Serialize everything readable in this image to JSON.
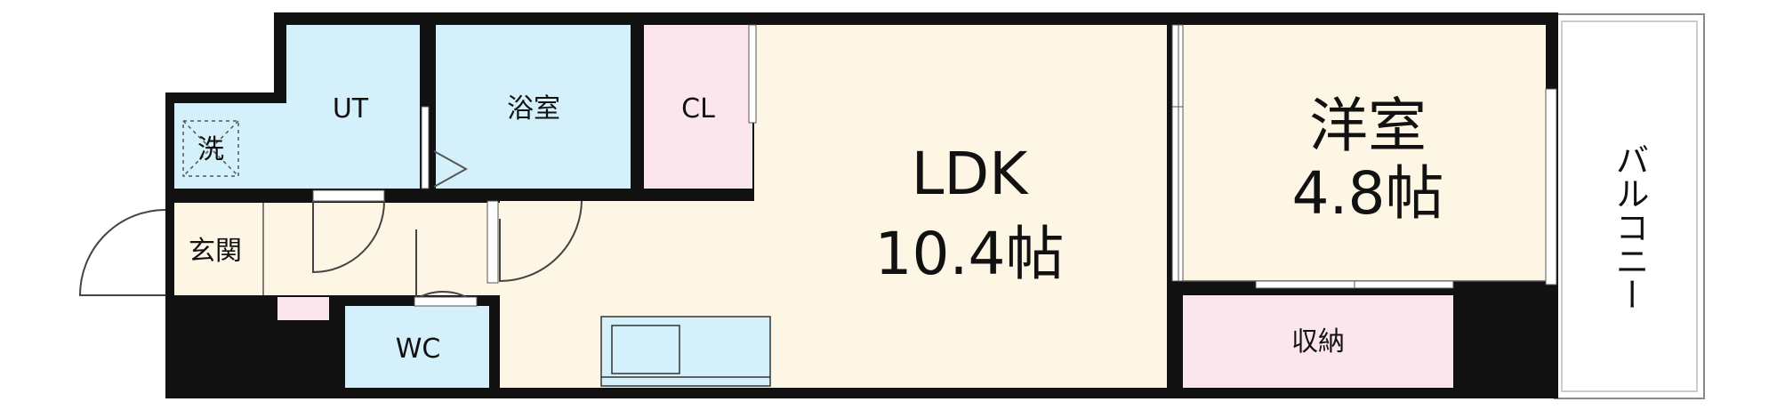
{
  "colors": {
    "wall": "#111111",
    "ldk_floor": "#fdf6e4",
    "wet_area": "#d4f0fa",
    "closet": "#fbe6ee",
    "balcony": "#ffffff"
  },
  "rooms": {
    "ut": {
      "label": "UT"
    },
    "washer": {
      "label": "洗"
    },
    "bath": {
      "label": "浴室"
    },
    "closet": {
      "label": "CL"
    },
    "ldk": {
      "label": "LDK",
      "area": "10.4帖"
    },
    "western": {
      "label": "洋室",
      "area": "4.8帖"
    },
    "entrance": {
      "label": "玄関"
    },
    "toilet": {
      "label": "WC"
    },
    "storage": {
      "label": "収納"
    },
    "balcony": {
      "label": "バルコニー"
    }
  }
}
